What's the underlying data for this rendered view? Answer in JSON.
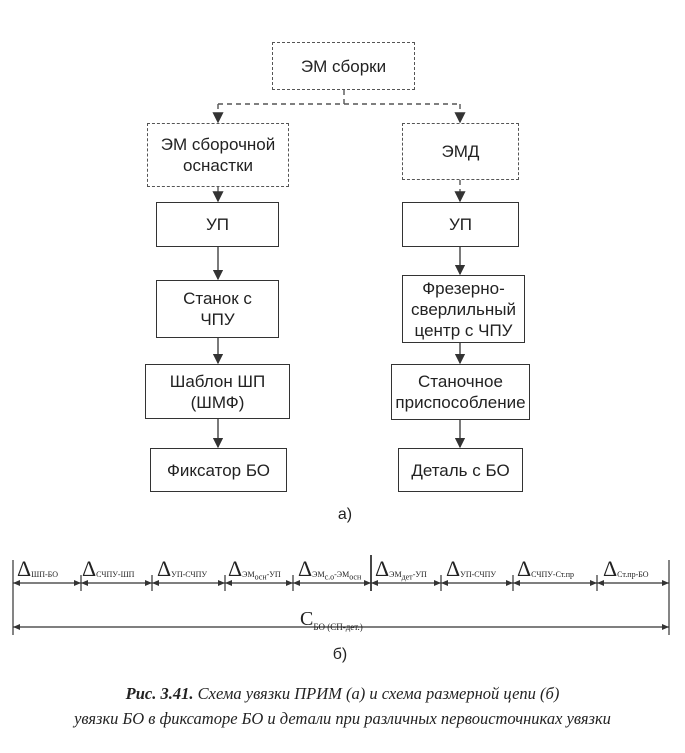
{
  "diagram_a": {
    "top": "ЭМ сборки",
    "left": [
      "ЭМ сборочной оснастки",
      "УП",
      "Станок с ЧПУ",
      "Шаблон ШП (ШМФ)",
      "Фиксатор БО"
    ],
    "right": [
      "ЭМД",
      "УП",
      "Фрезерно-сверлильный центр с ЧПУ",
      "Станочное приспособление",
      "Деталь с БО"
    ],
    "label": "а)"
  },
  "diagram_b": {
    "delta": "Δ",
    "segments": [
      {
        "main": "ШП-БО"
      },
      {
        "main": "СЧПУ-ШП"
      },
      {
        "main": "УП-СЧПУ"
      },
      {
        "main": "ЭМ",
        "sub": "осн",
        "rest": "-УП"
      },
      {
        "main": "ЭМ",
        "sub": "с.о",
        "mid": "-ЭМ",
        "sub2": "осн"
      },
      {
        "main": "ЭМ",
        "sub": "дет",
        "rest": "-УП"
      },
      {
        "main": "УП-СЧПУ"
      },
      {
        "main": "СЧПУ-Ст.пр"
      },
      {
        "main": "Ст.пр-БО"
      }
    ],
    "total_symbol": "С",
    "total_sub": "БО (СП-дет.)",
    "label": "б)"
  },
  "caption": {
    "fig": "Рис. 3.41.",
    "line1": " Схема увязки ПРИМ (а) и схема размерной цепи (б)",
    "line2": "увязки БО в фиксаторе БО и детали при различных первоисточниках увязки"
  }
}
